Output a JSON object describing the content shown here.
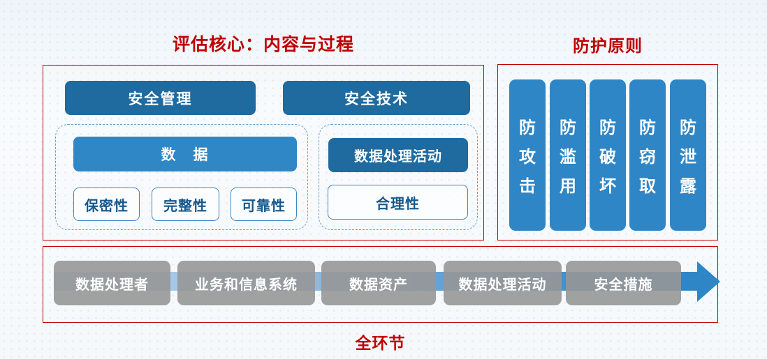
{
  "titles": {
    "assessment_core": "评估核心：内容与过程",
    "protection_principles": "防护原则",
    "full_cycle": "全环节"
  },
  "colors": {
    "accent_red": "#c00000",
    "dark_blue": "#1f6a9e",
    "medium_blue": "#2e86c6",
    "light_blue_shaft": "#b6d4ee",
    "step_gray": "#979797"
  },
  "assessment_panel": {
    "headers": [
      {
        "label": "安全管理"
      },
      {
        "label": "安全技术"
      }
    ],
    "data_group": {
      "title": "数　据",
      "items": [
        "保密性",
        "完整性",
        "可靠性"
      ]
    },
    "activity_group": {
      "title": "数据处理活动",
      "items": [
        "合理性"
      ]
    }
  },
  "protection_panel": {
    "bars": [
      "防攻击",
      "防滥用",
      "防破坏",
      "防窃取",
      "防泄露"
    ]
  },
  "process_panel": {
    "steps": [
      "数据处理者",
      "业务和信息系统",
      "数据资产",
      "数据处理活动",
      "安全措施"
    ]
  }
}
